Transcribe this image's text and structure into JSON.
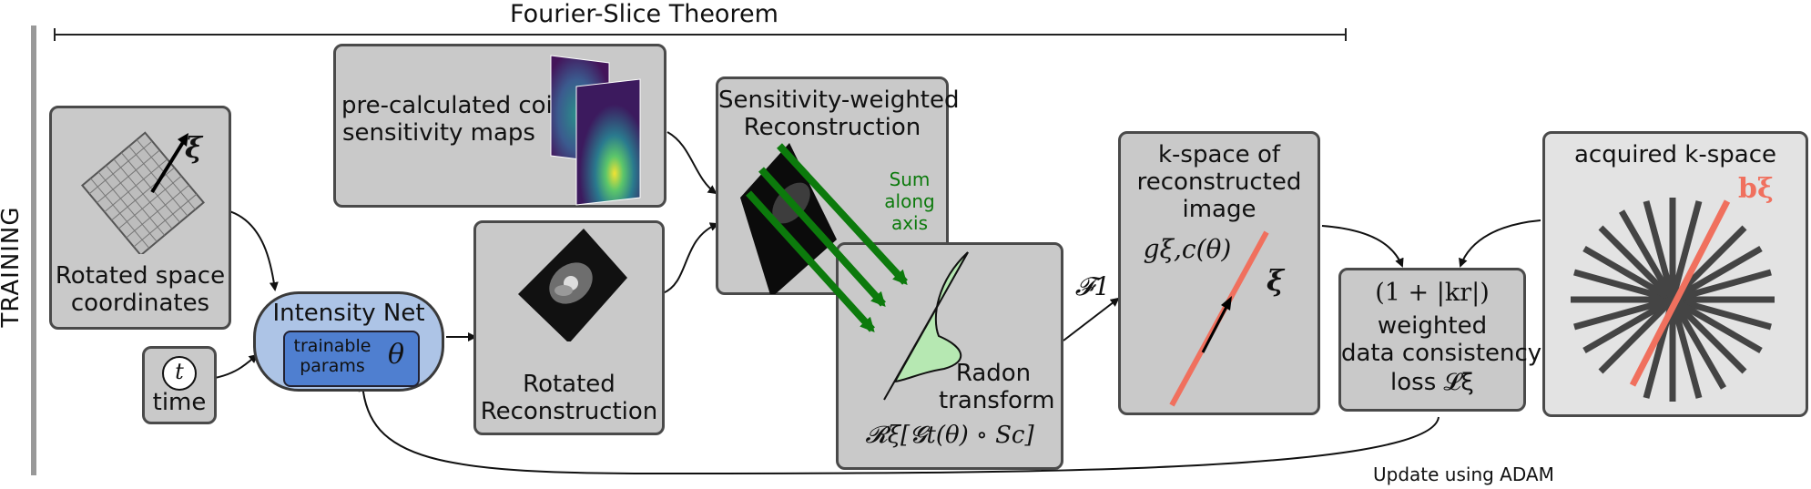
{
  "header": {
    "title": "Fourier-Slice Theorem"
  },
  "side_label": "TRAINING",
  "nodes": {
    "rotated_coords": {
      "line1": "Rotated space",
      "line2": "coordinates",
      "xi": "ξ"
    },
    "time": {
      "symbol": "t",
      "label": "time"
    },
    "intensity_net": {
      "title": "Intensity Net",
      "params_line1": "trainable",
      "params_line2": "params",
      "theta": "θ"
    },
    "coil_maps": {
      "line1": "pre-calculated coil",
      "line2": "sensitivity maps"
    },
    "rotated_recon": {
      "line1": "Rotated",
      "line2": "Reconstruction"
    },
    "sens_recon": {
      "line1": "Sensitivity-weighted",
      "line2": "Reconstruction",
      "sum1": "Sum",
      "sum2": "along",
      "sum3": "axis"
    },
    "radon": {
      "line1": "Radon",
      "line2": "transform",
      "formula": "𝓡ξ[𝓖t(θ) ∘ Sc]"
    },
    "fourier_op": "𝓕1",
    "kspace_recon": {
      "line1": "k-space of",
      "line2": "reconstructed",
      "line3": "image",
      "g": "gξ,c(θ)",
      "xi": "ξ"
    },
    "loss": {
      "formula": "(1 + |kr|)",
      "line1": "weighted",
      "line2": "data consistency",
      "line3": "loss 𝓛ξ"
    },
    "acquired": {
      "title": "acquired k-space",
      "b": "bξ"
    },
    "update": "Update using ADAM"
  },
  "colors": {
    "box_fill": "#c9c9c9",
    "box_border": "#4a4a4a",
    "net_fill": "#adc4e6",
    "params_fill": "#4f7fd0",
    "arrow_green": "#0c7a0c",
    "kspace_red": "#f0705e",
    "spoke_gray": "#444444"
  }
}
